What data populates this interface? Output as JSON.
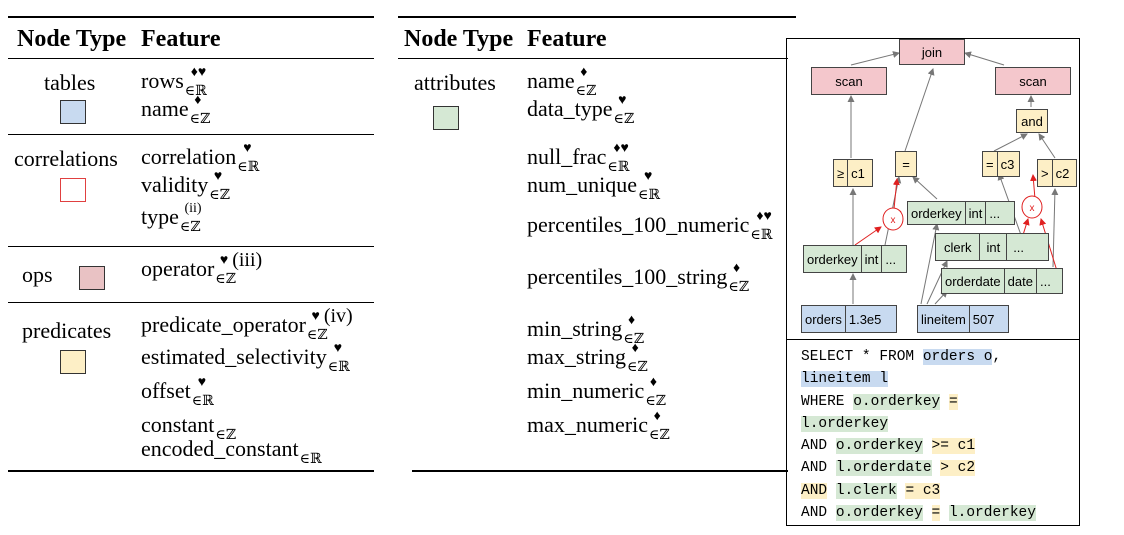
{
  "left_table": {
    "header": {
      "node_type": "Node Type",
      "feature": "Feature"
    },
    "groups": [
      {
        "node_type": "tables",
        "swatch_color": "#c8daf0",
        "features": [
          {
            "name": "rows",
            "sub": "∈ℝ",
            "sup": "♦♥"
          },
          {
            "name": "name",
            "sub": "∈ℤ",
            "sup": "♦"
          }
        ]
      },
      {
        "node_type": "correlations",
        "swatch_color": "#ffffff",
        "swatch_border": "#e04040",
        "features": [
          {
            "name": "correlation",
            "sub": "∈ℝ",
            "sup": "♥"
          },
          {
            "name": "validity",
            "sub": "∈ℤ",
            "sup": "♥"
          },
          {
            "name": "type",
            "sub": "∈ℤ",
            "sup": "(ii)"
          }
        ]
      },
      {
        "node_type": "ops",
        "swatch_color": "#e9c2c4",
        "features": [
          {
            "name": "operator",
            "sub": "∈ℤ",
            "sup": "♥",
            "note": "(iii)"
          }
        ]
      },
      {
        "node_type": "predicates",
        "swatch_color": "#fdefc6",
        "features": [
          {
            "name": "predicate_operator",
            "sub": "∈ℤ",
            "sup": "♥",
            "note": "(iv)"
          },
          {
            "name": "estimated_selectivity",
            "sub": "∈ℝ",
            "sup": "♥"
          },
          {
            "name": "offset",
            "sub": "∈ℝ",
            "sup": "♥"
          },
          {
            "name": "constant",
            "sub": "∈ℤ",
            "sup": ""
          },
          {
            "name": "encoded_constant",
            "sub": "∈ℝ",
            "sup": ""
          }
        ]
      }
    ]
  },
  "right_table": {
    "header": {
      "node_type": "Node Type",
      "feature": "Feature"
    },
    "groups": [
      {
        "node_type": "attributes",
        "swatch_color": "#d5e8d4",
        "features": [
          {
            "name": "name",
            "sub": "∈ℤ",
            "sup": "♦"
          },
          {
            "name": "data_type",
            "sub": "∈ℤ",
            "sup": "♥"
          },
          {
            "name": "null_frac",
            "sub": "∈ℝ",
            "sup": "♦♥"
          },
          {
            "name": "num_unique",
            "sub": "∈ℝ",
            "sup": "♥"
          },
          {
            "name": "percentiles_100_numeric",
            "sub": "∈ℝ",
            "sup": "♦♥"
          },
          {
            "name": "percentiles_100_string",
            "sub": "∈ℤ",
            "sup": "♦"
          },
          {
            "name": "min_string",
            "sub": "∈ℤ",
            "sup": "♦"
          },
          {
            "name": "max_string",
            "sub": "∈ℤ",
            "sup": "♦"
          },
          {
            "name": "min_numeric",
            "sub": "∈ℤ",
            "sup": "♦"
          },
          {
            "name": "max_numeric",
            "sub": "∈ℤ",
            "sup": "♦"
          }
        ]
      }
    ]
  },
  "diagram": {
    "join": "join",
    "scan_left": "scan",
    "scan_right": "scan",
    "and": "and",
    "pred_ge": [
      "≥",
      "c1"
    ],
    "pred_eq": [
      "="
    ],
    "pred_eq_c3": [
      "=",
      "c3"
    ],
    "pred_gt": [
      ">",
      "c2"
    ],
    "corr_mark": "x",
    "attr_orderkey_top": [
      "orderkey",
      "int",
      "..."
    ],
    "attr_clerk": [
      "clerk",
      "int",
      "..."
    ],
    "attr_orderkey_left": [
      "orderkey",
      "int",
      "..."
    ],
    "attr_orderdate": [
      "orderdate",
      "date",
      "..."
    ],
    "table_orders": [
      "orders",
      "1.3e5"
    ],
    "table_lineitem": [
      "lineitem",
      "507"
    ]
  },
  "sql": [
    [
      {
        "t": "SELECT * FROM ",
        "c": ""
      },
      {
        "t": "orders o",
        "c": "b"
      },
      {
        "t": ",",
        "c": ""
      }
    ],
    [
      {
        "t": "lineitem l",
        "c": "b"
      }
    ],
    [
      {
        "t": "WHERE ",
        "c": ""
      },
      {
        "t": "o.orderkey",
        "c": "g"
      },
      {
        "t": " ",
        "c": ""
      },
      {
        "t": "=",
        "c": "y"
      }
    ],
    [
      {
        "t": "l.orderkey",
        "c": "g"
      }
    ],
    [
      {
        "t": "AND ",
        "c": ""
      },
      {
        "t": "o.orderkey",
        "c": "g"
      },
      {
        "t": " ",
        "c": ""
      },
      {
        "t": ">= c1",
        "c": "y"
      }
    ],
    [
      {
        "t": "AND ",
        "c": ""
      },
      {
        "t": "l.orderdate",
        "c": "g"
      },
      {
        "t": " ",
        "c": ""
      },
      {
        "t": "> c2",
        "c": "y"
      }
    ],
    [
      {
        "t": "AND",
        "c": "y"
      },
      {
        "t": " ",
        "c": ""
      },
      {
        "t": "l.clerk",
        "c": "g"
      },
      {
        "t": " ",
        "c": ""
      },
      {
        "t": "= c3",
        "c": "y"
      }
    ],
    [
      {
        "t": "AND ",
        "c": ""
      },
      {
        "t": "o.orderkey",
        "c": "g"
      },
      {
        "t": " ",
        "c": ""
      },
      {
        "t": "=",
        "c": "y"
      },
      {
        "t": " ",
        "c": ""
      },
      {
        "t": "l.orderkey",
        "c": "g"
      }
    ]
  ]
}
